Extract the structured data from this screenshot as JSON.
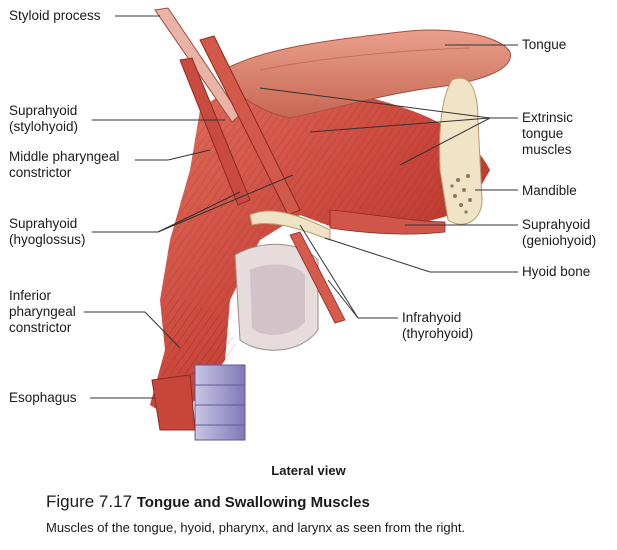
{
  "labels": {
    "styloid_process": "Styloid process",
    "tongue": "Tongue",
    "suprahyoid_stylohyoid": [
      "Suprahyoid",
      "(stylohyoid)"
    ],
    "extrinsic_tongue_muscles": [
      "Extrinsic",
      "tongue",
      "muscles"
    ],
    "middle_pharyngeal_constrictor": [
      "Middle pharyngeal",
      "constrictor"
    ],
    "mandible": "Mandible",
    "suprahyoid_hyoglossus": [
      "Suprahyoid",
      "(hyoglossus)"
    ],
    "suprahyoid_geniohyoid": [
      "Suprahyoid",
      "(geniohyoid)"
    ],
    "hyoid_bone": "Hyoid bone",
    "inferior_pharyngeal_constrictor": [
      "Inferior",
      "pharyngeal",
      "constrictor"
    ],
    "infrahyoid_thyrohyoid": [
      "Infrahyoid",
      "(thyrohyoid)"
    ],
    "esophagus": "Esophagus"
  },
  "view_label": "Lateral view",
  "figure": {
    "number": "Figure 7.17",
    "title": "Tongue and Swallowing Muscles",
    "caption": "Muscles of the tongue, hyoid, pharynx, and larynx as seen from the right."
  },
  "colors": {
    "muscle": "#c8453a",
    "muscle_dark": "#9e2a22",
    "muscle_light": "#e07a6c",
    "tongue": "#d9826e",
    "bone": "#f0e2c4",
    "cartilage": "#e6dcdc",
    "trachea": "#9a95c8",
    "leader_line": "#333333"
  }
}
